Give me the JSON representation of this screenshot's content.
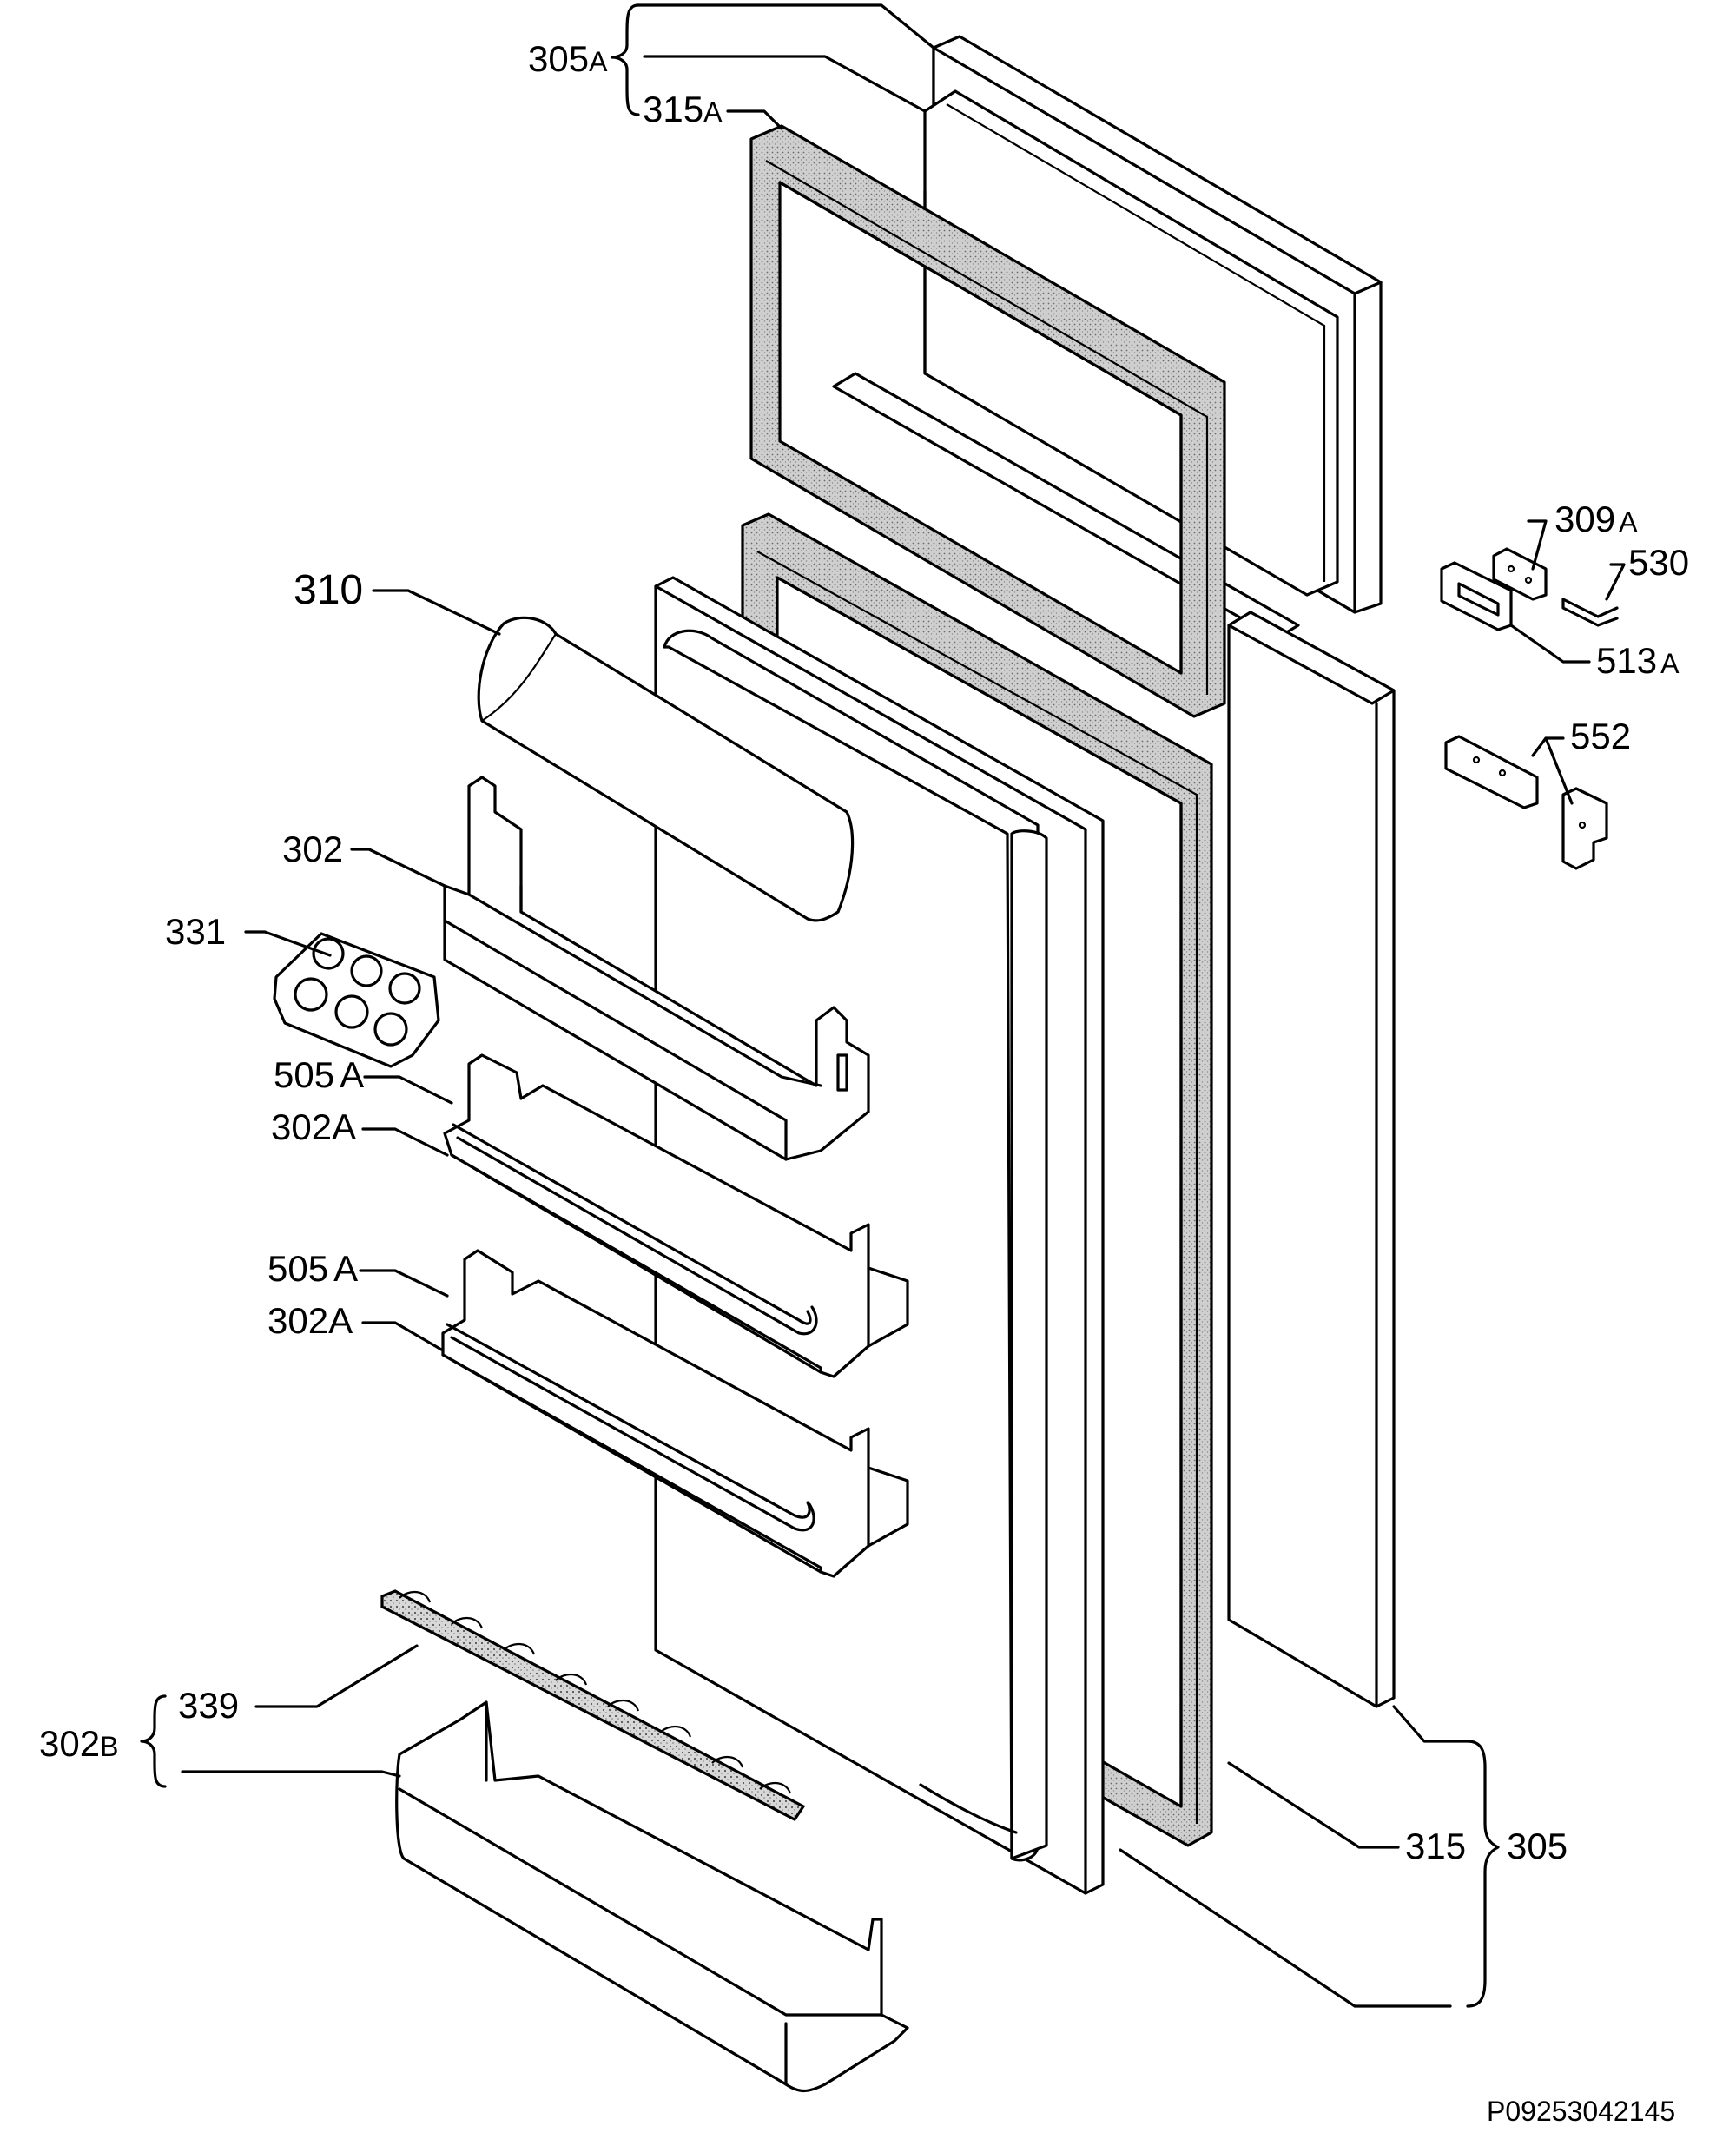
{
  "diagram": {
    "drawing_code": "P09253042145",
    "labels": {
      "l305A": {
        "num": "305",
        "suffix": "A"
      },
      "l315A": {
        "num": "315",
        "suffix": "A"
      },
      "l310": {
        "num": "310"
      },
      "l302": {
        "num": "302"
      },
      "l331": {
        "num": "331"
      },
      "l505A_1": {
        "num": "505",
        "suffix": "A"
      },
      "l302A_1": {
        "num": "302",
        "suffix": "A"
      },
      "l505A_2": {
        "num": "505",
        "suffix": "A"
      },
      "l302A_2": {
        "num": "302",
        "suffix": "A"
      },
      "l302B": {
        "num": "302",
        "suffix": "B"
      },
      "l339": {
        "num": "339"
      },
      "l309A": {
        "num": "309",
        "suffix": "A"
      },
      "l530": {
        "num": "530"
      },
      "l513A": {
        "num": "513",
        "suffix": "A"
      },
      "l552": {
        "num": "552"
      },
      "l315": {
        "num": "315"
      },
      "l305": {
        "num": "305"
      }
    }
  }
}
